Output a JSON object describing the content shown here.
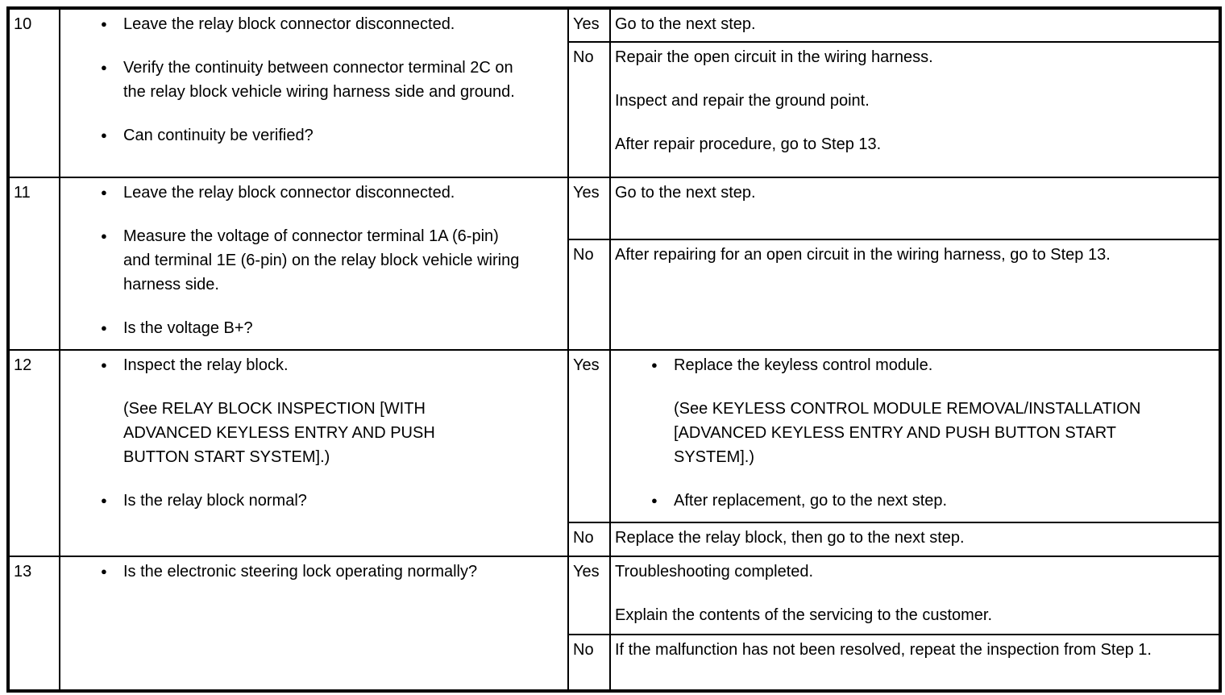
{
  "colors": {
    "border": "#000000",
    "background": "#ffffff",
    "text": "#000000"
  },
  "icons": {
    "bullet": "●"
  },
  "table": {
    "steps": [
      {
        "step": "10",
        "inspection": {
          "items": [
            {
              "text": "Leave the relay block connector disconnected."
            },
            {
              "text": "Verify the continuity between connector terminal 2C on the relay block vehicle wiring harness side and ground."
            },
            {
              "text": "Can continuity be verified?"
            }
          ]
        },
        "results": [
          {
            "answer": "Yes",
            "actions": [
              "Go to the next step."
            ]
          },
          {
            "answer": "No",
            "actions": [
              "Repair the open circuit in the wiring harness.",
              "Inspect and repair the ground point.",
              "After repair procedure, go to Step 13."
            ]
          }
        ]
      },
      {
        "step": "11",
        "inspection": {
          "items": [
            {
              "text": "Leave the relay block connector disconnected."
            },
            {
              "text": "Measure the voltage of connector terminal 1A (6-pin) and terminal 1E (6-pin) on the relay block vehicle wiring harness side."
            },
            {
              "text": "Is the voltage B+?"
            }
          ]
        },
        "results": [
          {
            "answer": "Yes",
            "actions": [
              "Go to the next step."
            ]
          },
          {
            "answer": "No",
            "actions": [
              "After repairing for an open circuit in the wiring harness, go to Step 13."
            ]
          }
        ]
      },
      {
        "step": "12",
        "inspection": {
          "items": [
            {
              "text": "Inspect the relay block.",
              "note": "(See RELAY BLOCK INSPECTION [WITH ADVANCED KEYLESS ENTRY AND PUSH BUTTON START SYSTEM].)"
            },
            {
              "text": "Is the relay block normal?"
            }
          ]
        },
        "results": [
          {
            "answer": "Yes",
            "action_items": [
              {
                "text": "Replace the keyless control module.",
                "note": "(See KEYLESS CONTROL MODULE REMOVAL/INSTALLATION [ADVANCED KEYLESS ENTRY AND PUSH BUTTON START SYSTEM].)"
              },
              {
                "text": "After replacement, go to the next step."
              }
            ]
          },
          {
            "answer": "No",
            "actions": [
              "Replace the relay block, then go to the next step."
            ]
          }
        ]
      },
      {
        "step": "13",
        "inspection": {
          "items": [
            {
              "text": "Is the electronic steering lock operating normally?"
            }
          ]
        },
        "results": [
          {
            "answer": "Yes",
            "actions": [
              "Troubleshooting completed.",
              "Explain the contents of the servicing to the customer."
            ]
          },
          {
            "answer": "No",
            "actions": [
              "If the malfunction has not been resolved, repeat the inspection from Step 1."
            ]
          }
        ]
      }
    ]
  }
}
